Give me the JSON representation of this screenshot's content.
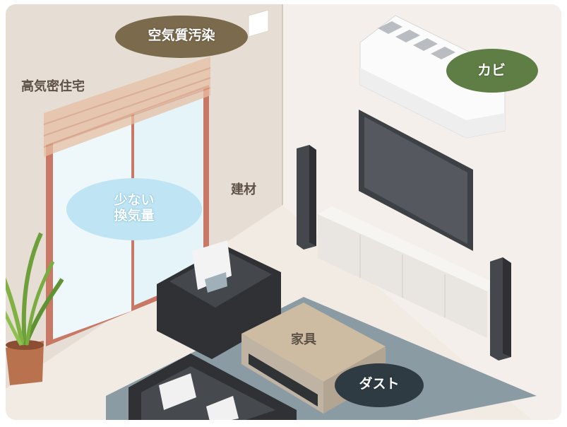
{
  "labels": {
    "pollution": "空気質汚染",
    "mold": "カビ",
    "ventilation_line1": "少ない",
    "ventilation_line2": "換気量",
    "dust": "ダスト",
    "airtight_house": "高気密住宅",
    "building_material": "建材",
    "furniture": "家具"
  },
  "colors": {
    "wall": "#e8e0d8",
    "side_wall": "#f4f0ec",
    "floor": "#f1ebe4",
    "pollution_bubble": "#7b6a4c",
    "mold_bubble": "#5f7e45",
    "ventilation_bubble": "#bfe4f3",
    "dust_bubble": "#2f3b42",
    "rug": "#8c9da6",
    "sofa": "#3b3d40"
  }
}
